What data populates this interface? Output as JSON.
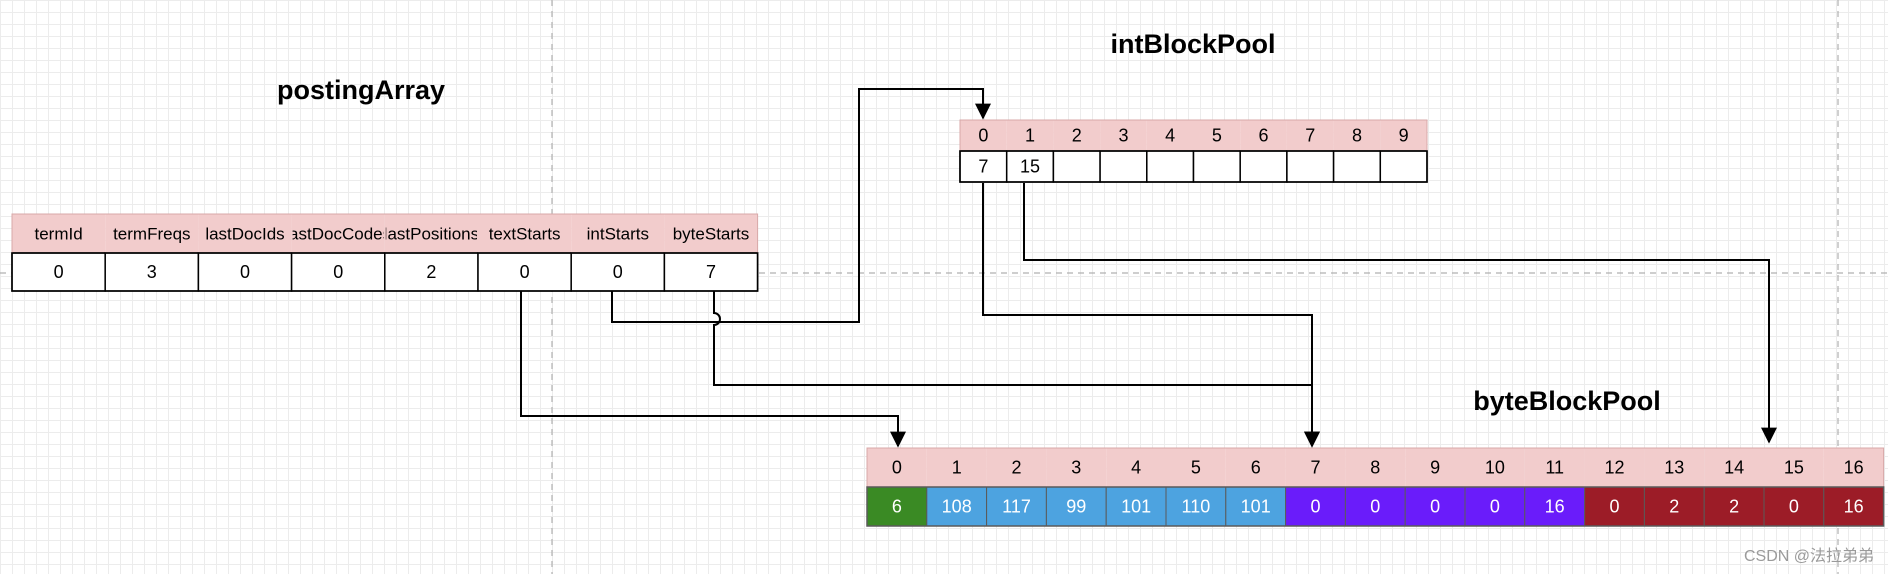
{
  "titles": {
    "posting": "postingArray",
    "int_pool": "intBlockPool",
    "byte_pool": "byteBlockPool"
  },
  "posting_array": {
    "headers": [
      "termId",
      "termFreqs",
      "lastDocIds",
      "lastDocCodes",
      "lastPositions",
      "textStarts",
      "intStarts",
      "byteStarts"
    ],
    "values": [
      "0",
      "3",
      "0",
      "0",
      "2",
      "0",
      "0",
      "7"
    ]
  },
  "int_block_pool": {
    "headers": [
      "0",
      "1",
      "2",
      "3",
      "4",
      "5",
      "6",
      "7",
      "8",
      "9"
    ],
    "values": [
      "7",
      "15",
      "",
      "",
      "",
      "",
      "",
      "",
      "",
      ""
    ]
  },
  "byte_block_pool": {
    "headers": [
      "0",
      "1",
      "2",
      "3",
      "4",
      "5",
      "6",
      "7",
      "8",
      "9",
      "10",
      "11",
      "12",
      "13",
      "14",
      "15",
      "16"
    ],
    "values": [
      "6",
      "108",
      "117",
      "99",
      "101",
      "110",
      "101",
      "0",
      "0",
      "0",
      "0",
      "16",
      "0",
      "2",
      "2",
      "0",
      "16"
    ],
    "groups": [
      0,
      1,
      1,
      1,
      1,
      1,
      1,
      2,
      2,
      2,
      2,
      2,
      3,
      3,
      3,
      3,
      3
    ]
  },
  "colors": {
    "header_fill": "#f2cccc",
    "stroke": "#000000",
    "group_fills": [
      "#3a8a24",
      "#4da3e0",
      "#6a1cfa",
      "#9c1c27"
    ]
  },
  "watermark": "CSDN @法拉弟弟"
}
